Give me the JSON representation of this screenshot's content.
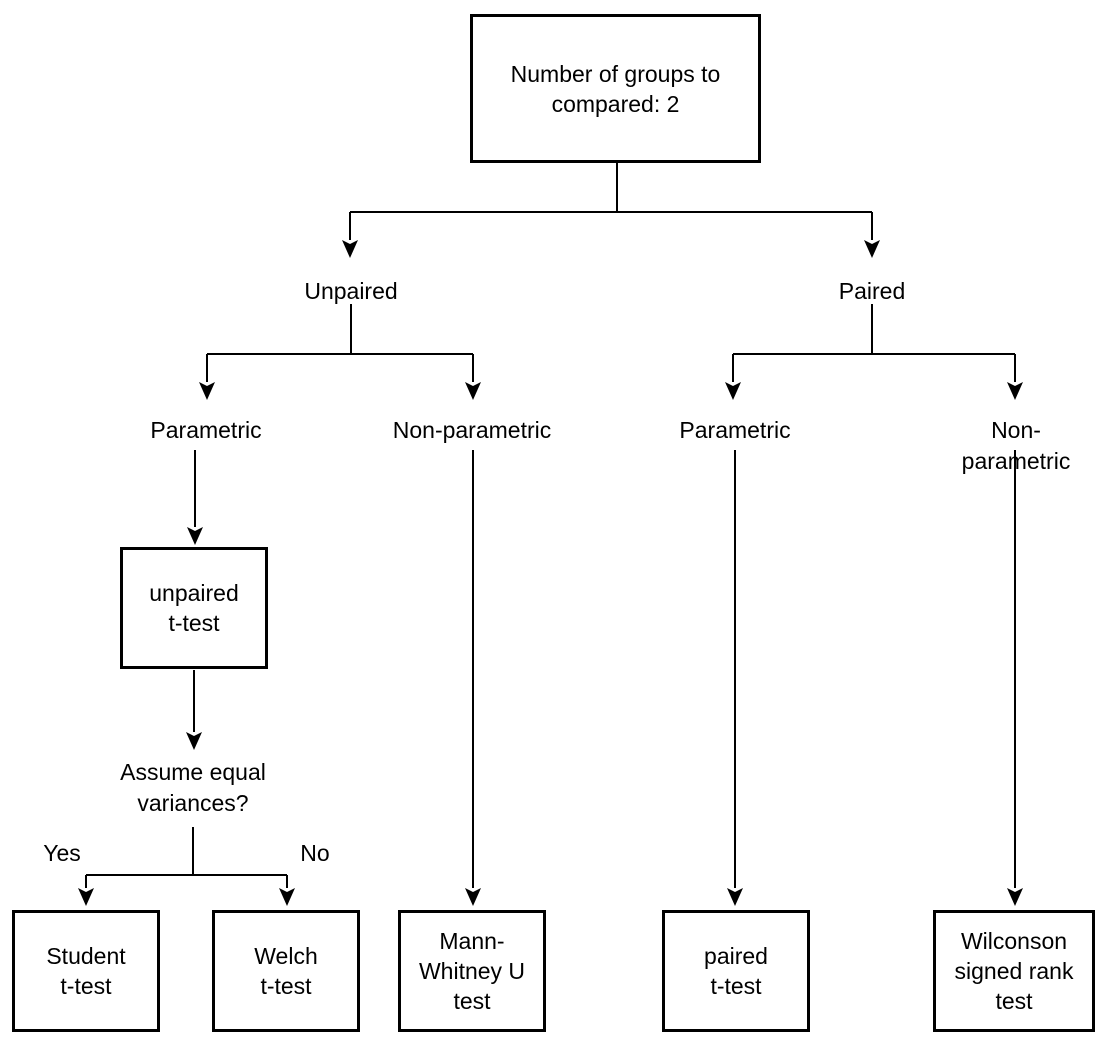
{
  "diagram": {
    "title": "statistical test decision tree",
    "root": {
      "label": "Number of groups to\ncompared: 2"
    },
    "branches": {
      "unpaired": "Unpaired",
      "paired": "Paired",
      "unpaired_parametric": "Parametric",
      "unpaired_nonparametric": "Non-parametric",
      "paired_parametric": "Parametric",
      "paired_nonparametric": "Non-parametric"
    },
    "intermediate": {
      "unpaired_ttest": "unpaired\nt-test"
    },
    "decision": {
      "question": "Assume equal\nvariances?",
      "yes": "Yes",
      "no": "No"
    },
    "results": {
      "student_ttest": "Student\nt-test",
      "welch_ttest": "Welch\nt-test",
      "mann_whitney": "Mann-\nWhitney U\ntest",
      "paired_ttest": "paired\nt-test",
      "wilcoxon": "Wilconson\nsigned rank\ntest"
    },
    "colors": {
      "line": "#000000",
      "box_border": "#000000",
      "text": "#000000",
      "background": "#ffffff"
    }
  }
}
